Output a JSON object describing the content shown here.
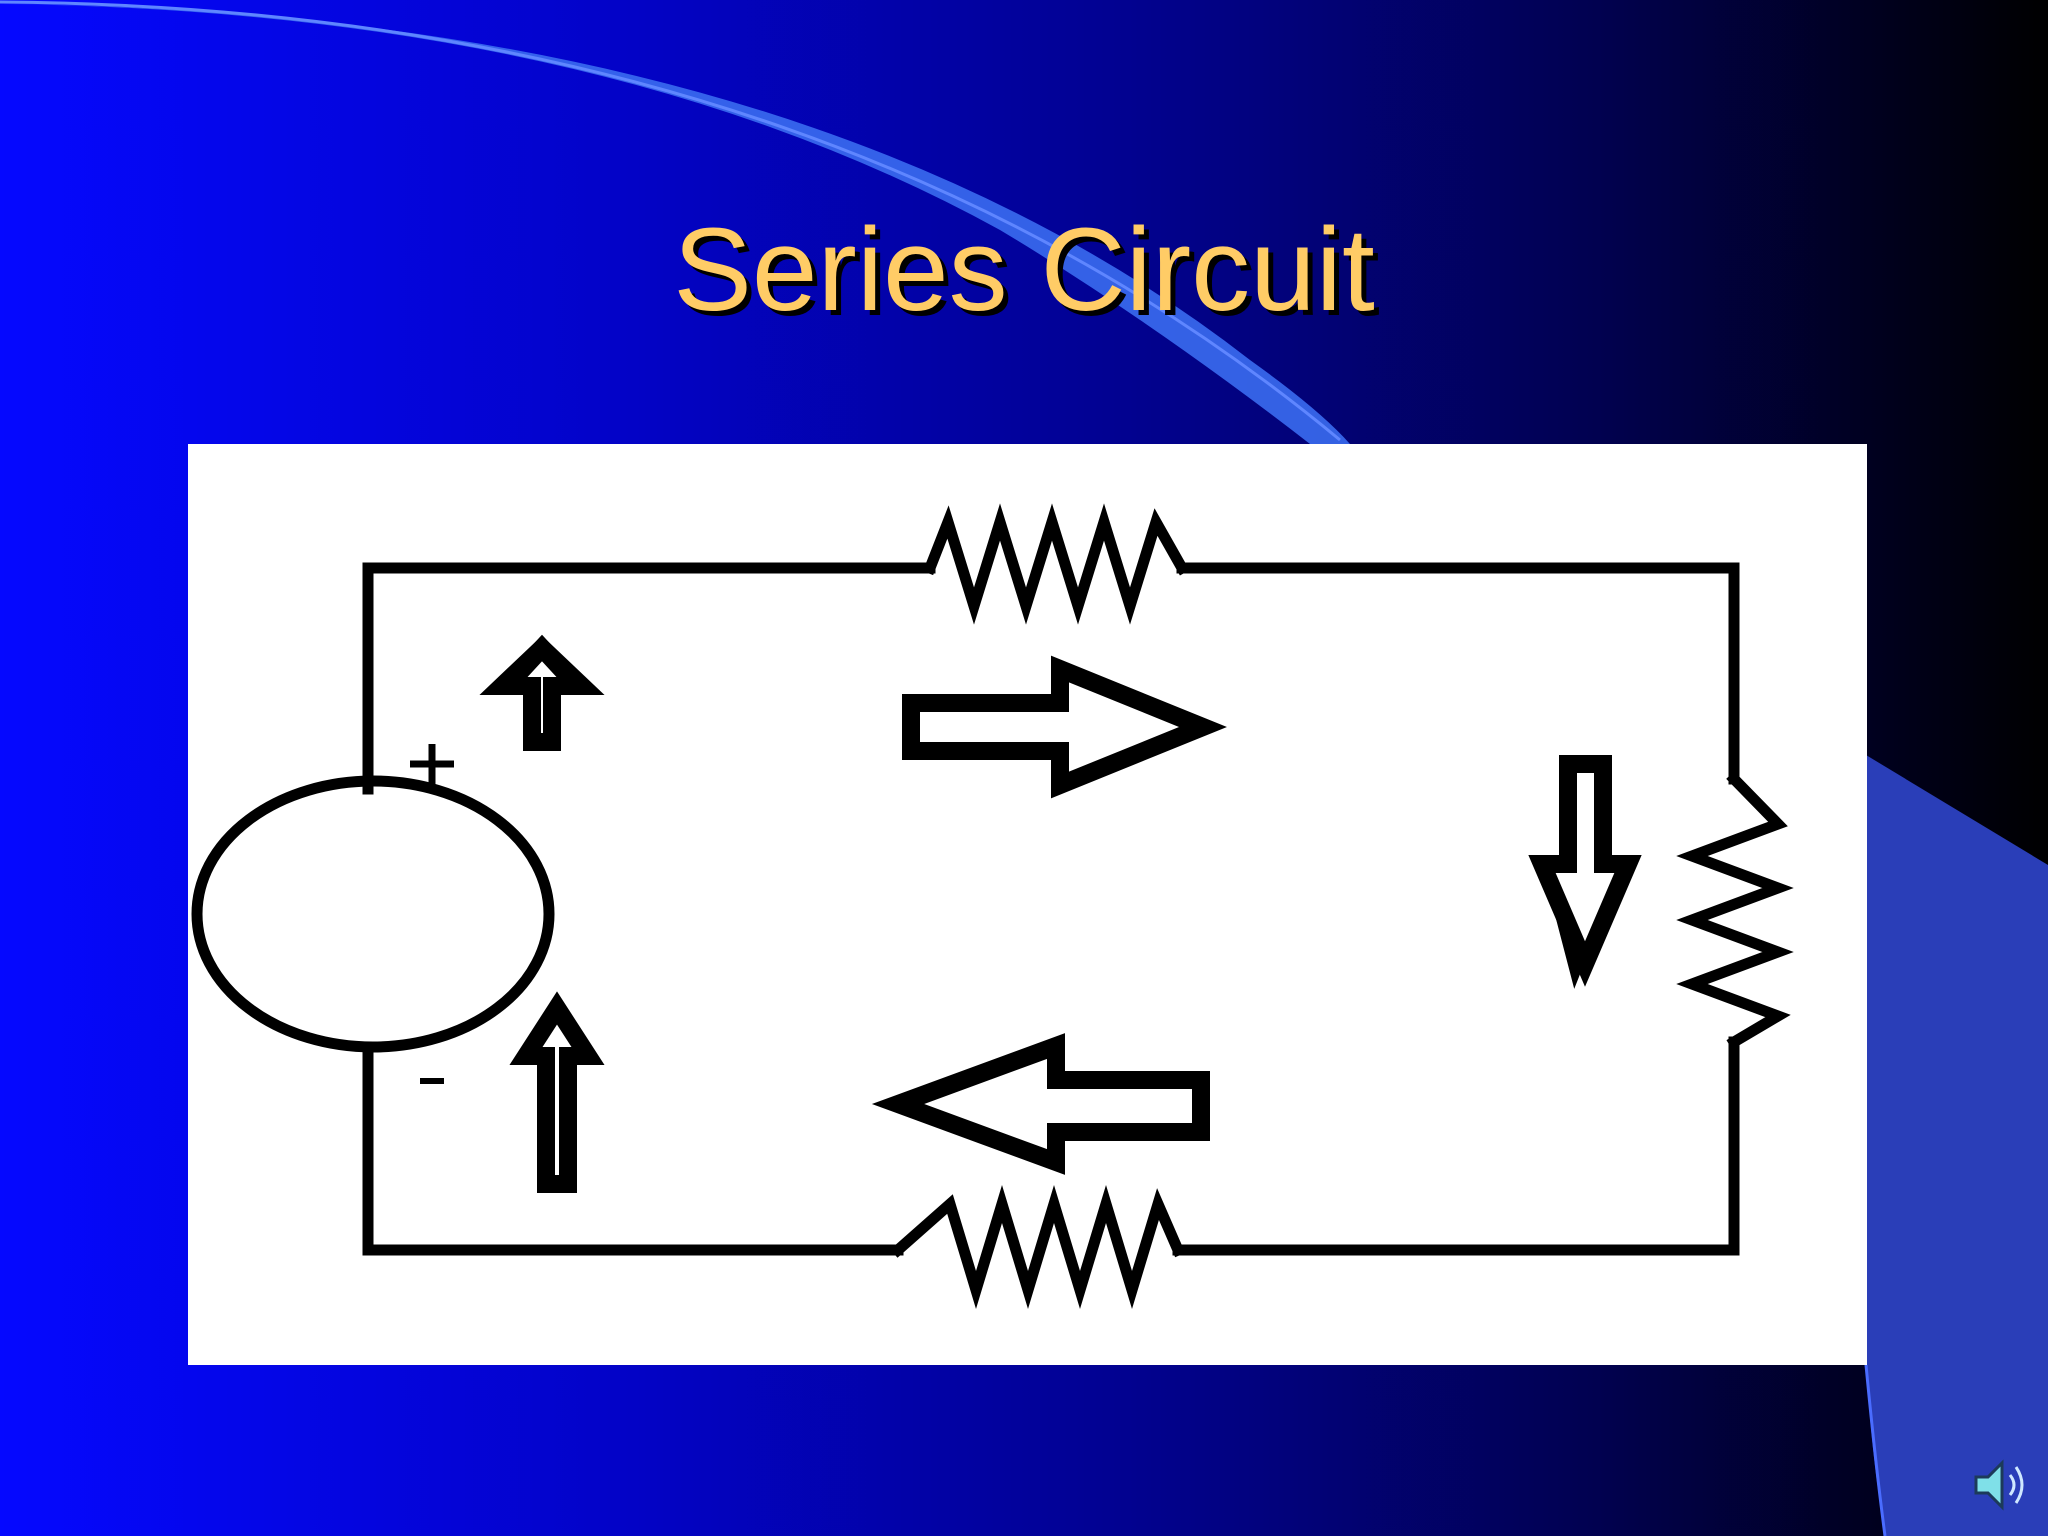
{
  "slide": {
    "title": "Series Circuit"
  },
  "diagram": {
    "source_plus": "+",
    "source_minus": "-",
    "resistor_count": 3,
    "current_direction": "clockwise"
  },
  "colors": {
    "background_start": "#0508ff",
    "background_end": "#000000",
    "title": "#ffcc66",
    "accent_swoosh": "#3a6cf0",
    "panel": "#ffffff",
    "wire": "#000000"
  },
  "icons": {
    "speaker": "speaker-icon"
  }
}
